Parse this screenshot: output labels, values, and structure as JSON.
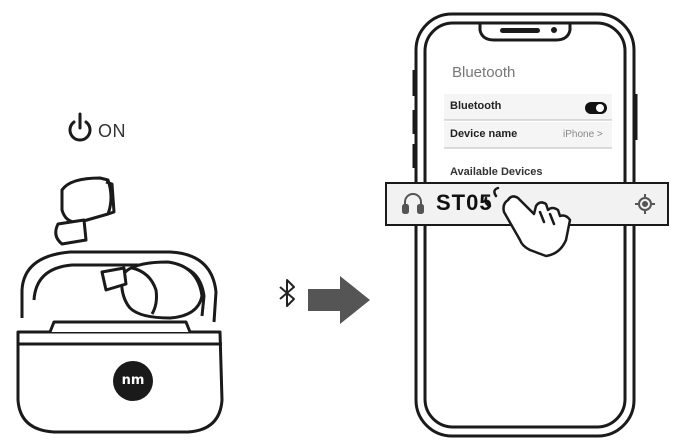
{
  "power": {
    "label": "ON",
    "icon": "power-icon"
  },
  "case": {
    "logo_text": "nm"
  },
  "transfer": {
    "icon": "bluetooth-icon",
    "arrow": "arrow-right-icon"
  },
  "phone": {
    "settings_title": "Bluetooth",
    "bluetooth_row": {
      "label": "Bluetooth",
      "toggle_on": true
    },
    "device_name_row": {
      "label": "Device name",
      "value": "iPhone >"
    },
    "section_label": "Available Devices",
    "device": {
      "name": "ST05",
      "icon": "headphones-icon",
      "action_icon": "gear-icon"
    }
  },
  "colors": {
    "outline": "#1a1a1a",
    "arrow": "#555555",
    "highlight_bg": "#f2f2f2",
    "toggle": "#111111"
  }
}
